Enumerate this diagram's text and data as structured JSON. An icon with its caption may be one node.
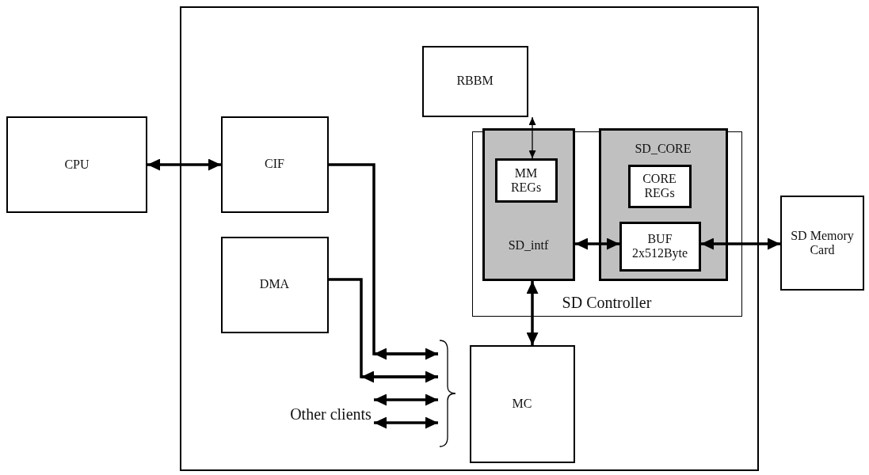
{
  "diagram": {
    "nodes": [
      {
        "text": [],
        "shape": "box"
      },
      {
        "text": [
          "CPU"
        ]
      },
      {
        "text": [
          "CIF"
        ],
        "in": 0
      },
      {
        "text": [
          "DMA"
        ],
        "in": 0
      },
      {
        "text": [
          "RBBM"
        ],
        "in": 0
      },
      {
        "text": [
          "SD Controller"
        ],
        "in": 0
      },
      {
        "text": [
          "SD_intf"
        ],
        "in": 5
      },
      {
        "text": [
          "MM REGs"
        ],
        "in": 6
      },
      {
        "text": [
          "SD_CORE"
        ],
        "in": 5
      },
      {
        "text": [
          "CORE REGs"
        ],
        "in": 8
      },
      {
        "text": [
          "BUF 2x512Byte"
        ],
        "in": 8
      },
      {
        "text": [],
        "shape": "brace",
        "in": 0
      },
      {
        "text": [
          "MC"
        ],
        "in": 0
      },
      {
        "text": [
          "Other clients"
        ],
        "in": 0
      },
      {
        "text": [
          "SD Memory Card"
        ]
      }
    ],
    "edges": [
      {
        "from": 1,
        "to": 2,
        "arrow": "both"
      },
      {
        "from": 2,
        "to": 11,
        "arrow": "to"
      },
      {
        "from": 3,
        "to": 11,
        "arrow": "to"
      },
      {
        "from": 13,
        "to": 11,
        "arrow": "both"
      },
      {
        "from": 13,
        "to": 11,
        "arrow": "both"
      },
      {
        "from": 4,
        "to": 7,
        "arrow": "both"
      },
      {
        "from": 12,
        "to": 6,
        "arrow": "both"
      },
      {
        "from": 6,
        "to": 10,
        "arrow": "both"
      },
      {
        "from": 10,
        "to": 14,
        "arrow": "both"
      }
    ]
  }
}
